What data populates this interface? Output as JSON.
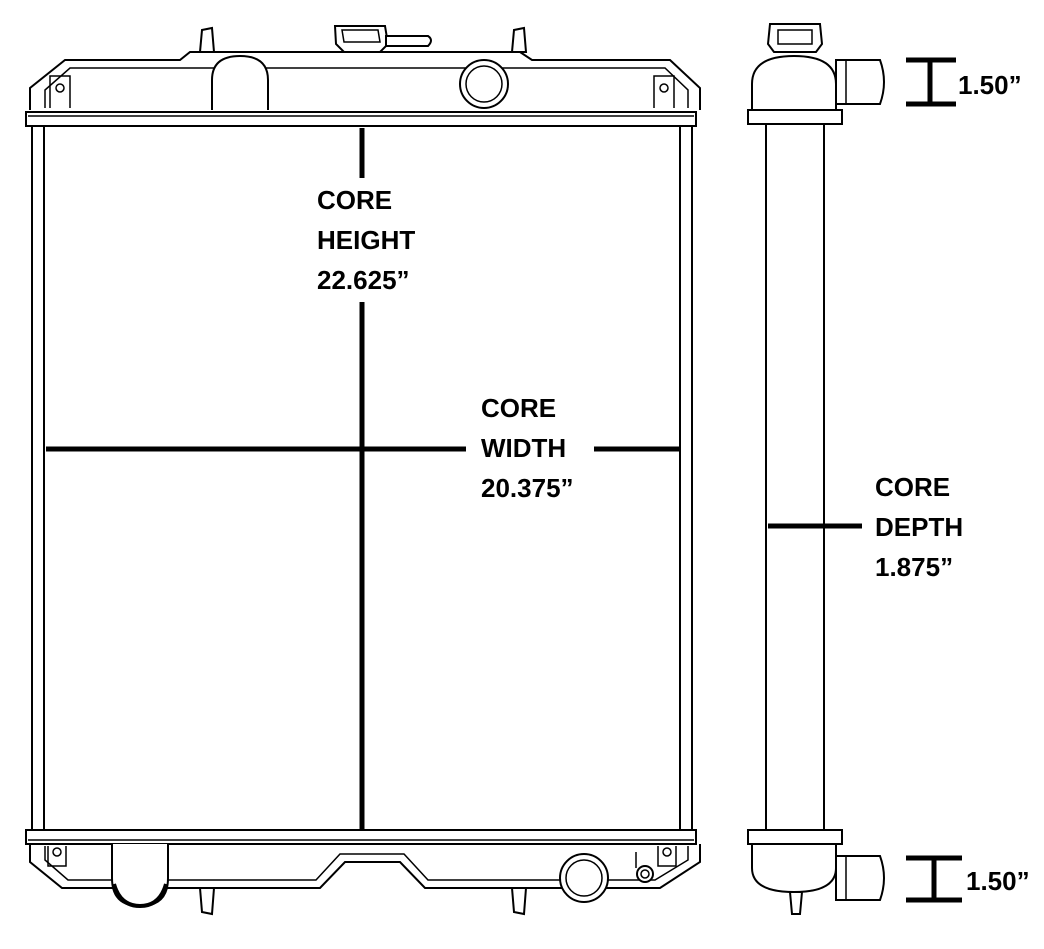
{
  "dimensions": {
    "core_height": {
      "line1": "CORE",
      "line2": "HEIGHT",
      "value": "22.625”"
    },
    "core_width": {
      "line1": "CORE",
      "line2": "WIDTH",
      "value": "20.375”"
    },
    "core_depth": {
      "line1": "CORE",
      "line2": "DEPTH",
      "value": "1.875”"
    },
    "inlet_top": "1.50”",
    "outlet_bottom": "1.50”"
  }
}
